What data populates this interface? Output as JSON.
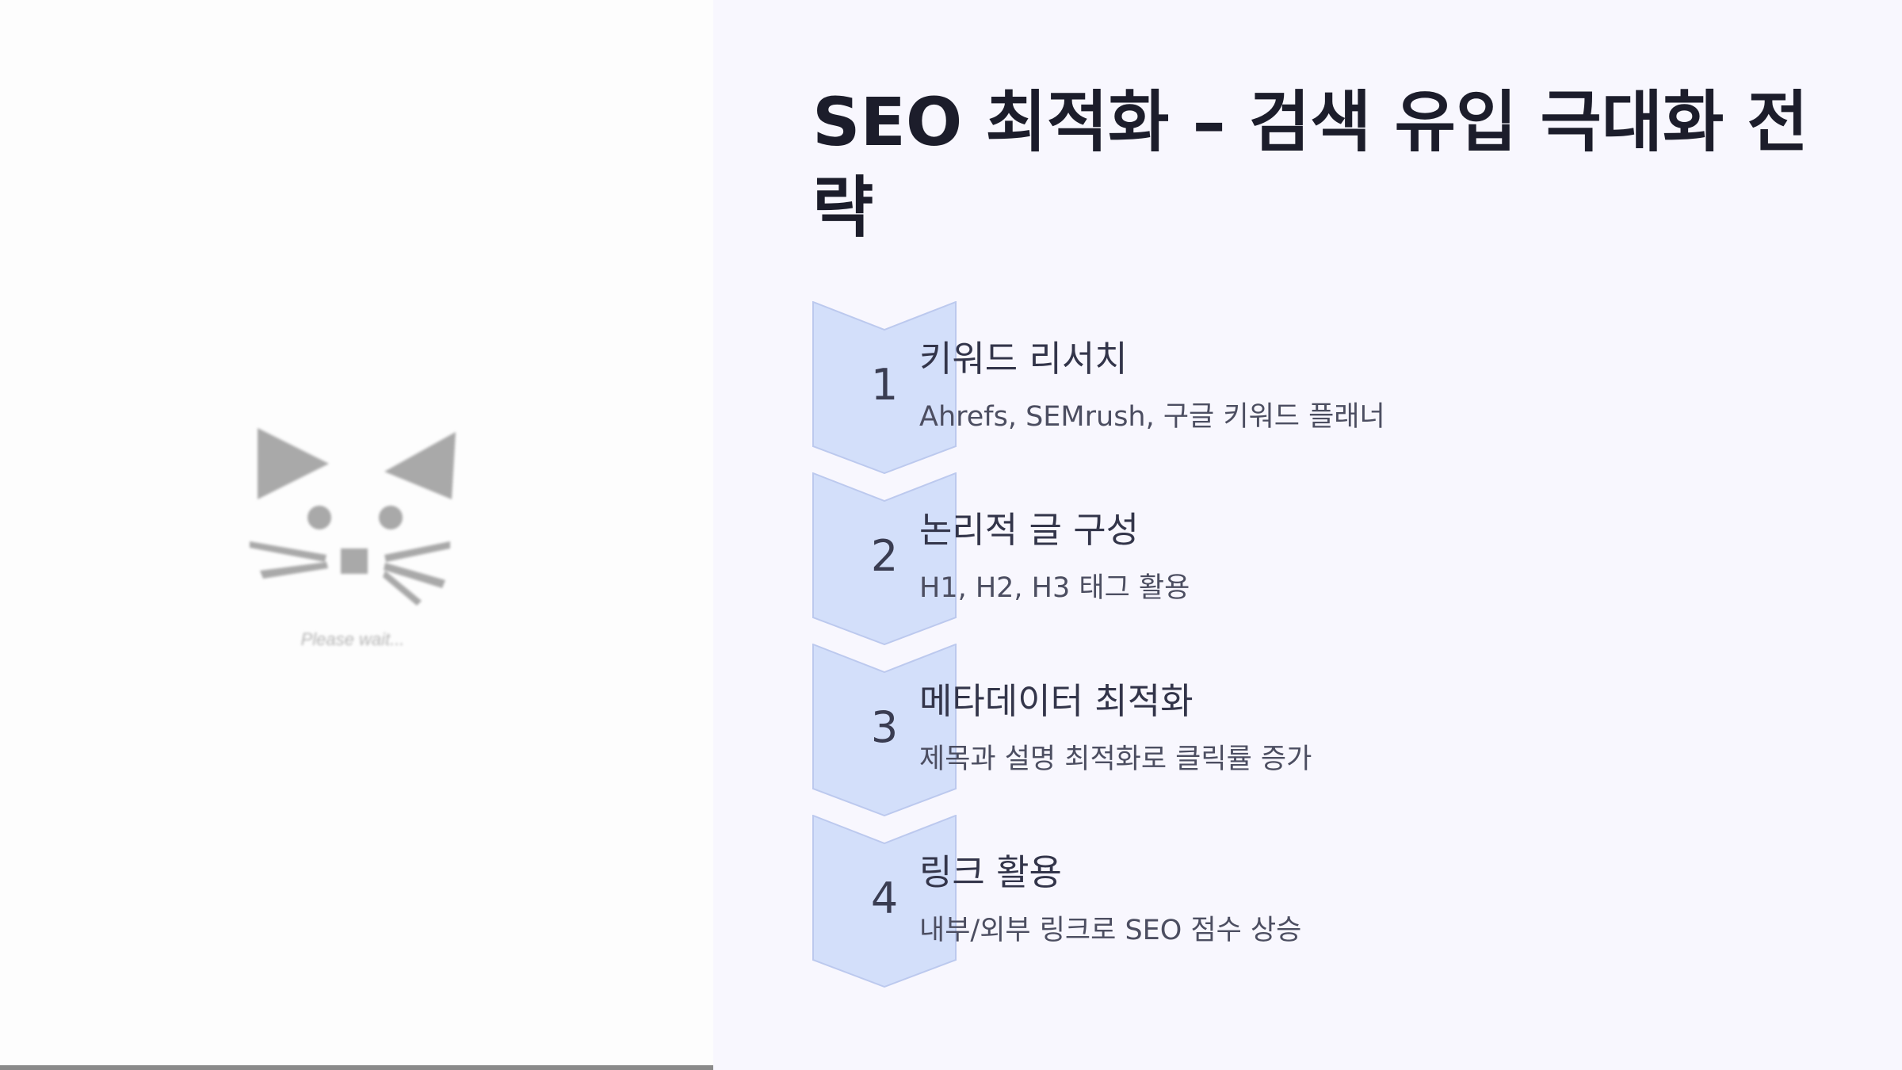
{
  "loader": {
    "text": "Please wait...",
    "icon": "cat-face-icon"
  },
  "title": "SEO 최적화 – 검색 유입 극대화 전략",
  "steps": [
    {
      "number": "1",
      "heading": "키워드 리서치",
      "description": "Ahrefs, SEMrush, 구글 키워드 플래너"
    },
    {
      "number": "2",
      "heading": "논리적 글 구성",
      "description": "H1, H2, H3 태그 활용"
    },
    {
      "number": "3",
      "heading": "메타데이터 최적화",
      "description": "제목과 설명 최적화로 클릭률 증가"
    },
    {
      "number": "4",
      "heading": "링크 활용",
      "description": "내부/외부 링크로 SEO 점수 상승"
    }
  ],
  "colors": {
    "badge_fill": "#d3dffa",
    "badge_stroke": "#bcc9ee",
    "panel_background": "#f8f7fe",
    "title_text": "#1c1d2b"
  }
}
